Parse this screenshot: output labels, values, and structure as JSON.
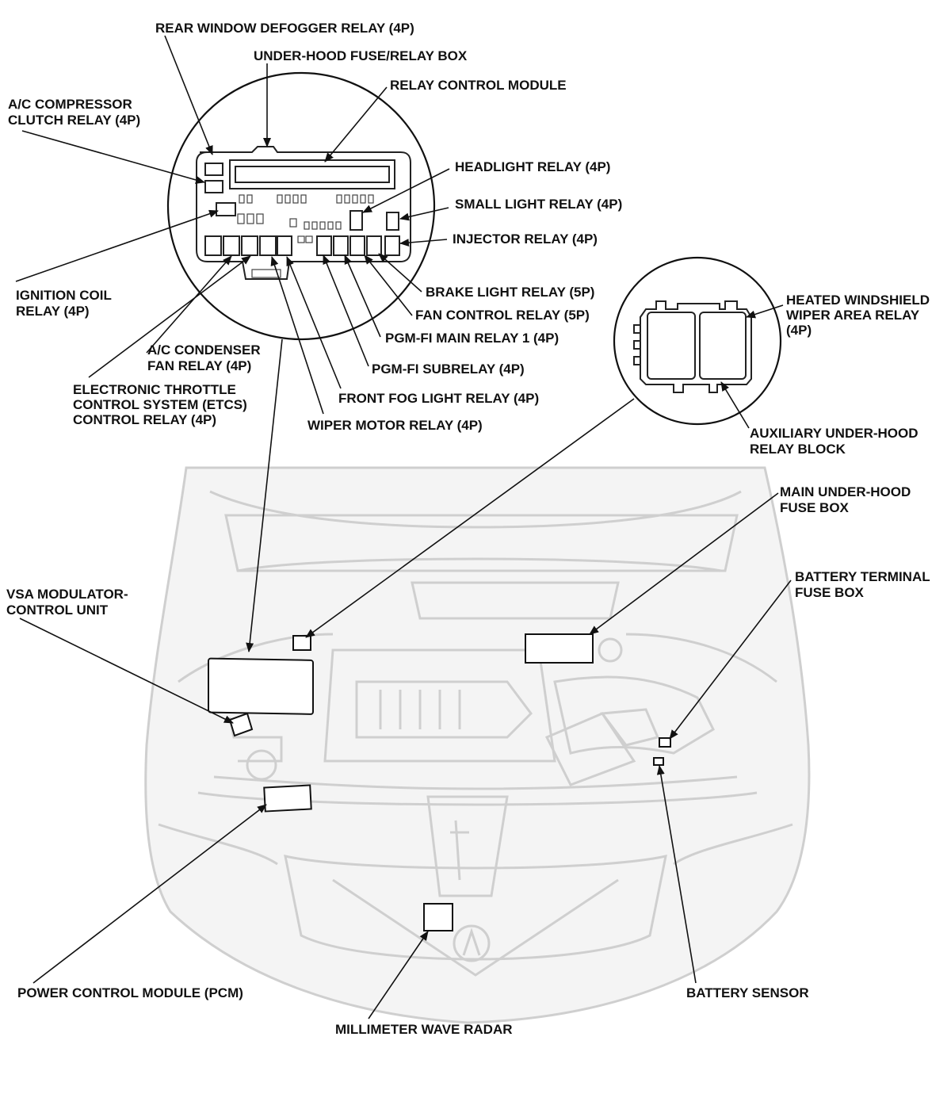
{
  "labels": {
    "rear_window_defogger_relay": "REAR WINDOW DEFOGGER RELAY (4P)",
    "under_hood_fuse_relay_box": "UNDER-HOOD FUSE/RELAY BOX",
    "relay_control_module": "RELAY CONTROL MODULE",
    "ac_compressor_clutch_relay": [
      "A/C COMPRESSOR",
      "CLUTCH RELAY (4P)"
    ],
    "headlight_relay": "HEADLIGHT RELAY (4P)",
    "small_light_relay": "SMALL LIGHT RELAY (4P)",
    "injector_relay": "INJECTOR RELAY (4P)",
    "ignition_coil_relay": [
      "IGNITION COIL",
      "RELAY (4P)"
    ],
    "brake_light_relay": "BRAKE LIGHT RELAY (5P)",
    "fan_control_relay": "FAN CONTROL RELAY (5P)",
    "pgm_fi_main_relay_1": "PGM-FI MAIN RELAY 1 (4P)",
    "ac_condenser_fan_relay": [
      "A/C CONDENSER",
      "FAN RELAY (4P)"
    ],
    "pgm_fi_subrelay": "PGM-FI SUBRELAY (4P)",
    "etcs_control_relay": [
      "ELECTRONIC THROTTLE",
      "CONTROL SYSTEM (ETCS)",
      "CONTROL RELAY (4P)"
    ],
    "front_fog_light_relay": "FRONT FOG LIGHT RELAY (4P)",
    "wiper_motor_relay": "WIPER MOTOR RELAY (4P)",
    "heated_windshield_wiper_area_relay": [
      "HEATED WINDSHIELD",
      "WIPER AREA RELAY",
      "(4P)"
    ],
    "auxiliary_under_hood_relay_block": [
      "AUXILIARY UNDER-HOOD",
      "RELAY BLOCK"
    ],
    "main_under_hood_fuse_box": [
      "MAIN UNDER-HOOD",
      "FUSE BOX"
    ],
    "vsa_modulator_control_unit": [
      "VSA MODULATOR-",
      "CONTROL UNIT"
    ],
    "battery_terminal_fuse_box": [
      "BATTERY TERMINAL",
      "FUSE BOX"
    ],
    "power_control_module": "POWER CONTROL MODULE (PCM)",
    "battery_sensor": "BATTERY SENSOR",
    "millimeter_wave_radar": "MILLIMETER WAVE RADAR"
  }
}
